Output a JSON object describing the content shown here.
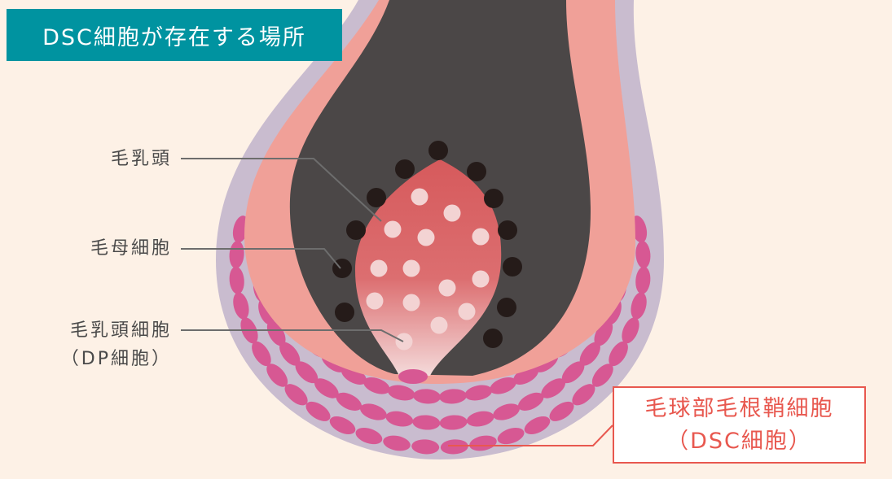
{
  "title": "DSC細胞が存在する場所",
  "labels": {
    "papilla": "毛乳頭",
    "matrix_cells": "毛母細胞",
    "dp_cells_line1": "毛乳頭細胞",
    "dp_cells_line2": "（DP細胞）",
    "dsc_line1": "毛球部毛根鞘細胞",
    "dsc_line2": "（DSC細胞）"
  },
  "colors": {
    "background": "#fdf1e6",
    "title_bg": "#0093a0",
    "sheath_outer": "#c9bccf",
    "sheath_inner": "#f0a098",
    "hair_shaft": "#4b4747",
    "papilla_top": "#d65a5c",
    "papilla_bottom": "#f4dada",
    "dsc_cell": "#d75893",
    "matrix_cell": "#251b19",
    "dp_cell": "#f3d3d3",
    "callout": "#e8584f"
  }
}
